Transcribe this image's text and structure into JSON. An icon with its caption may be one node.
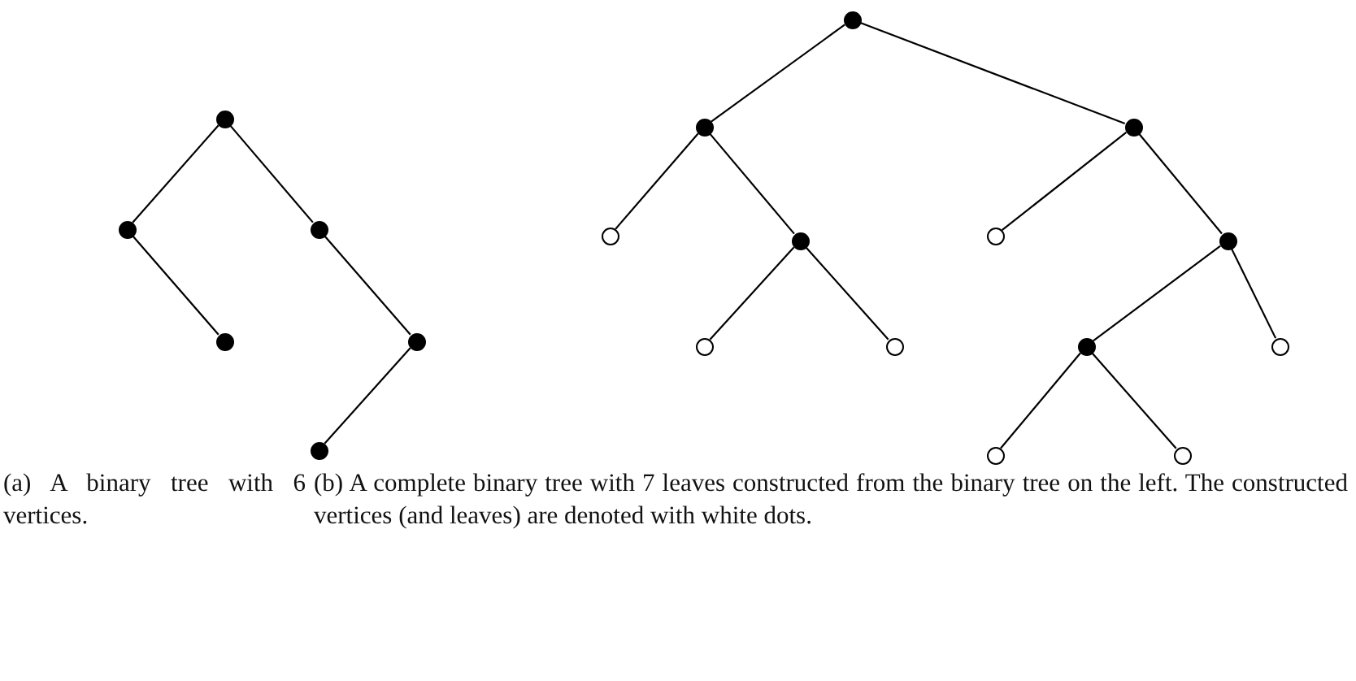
{
  "diagram": {
    "nodes": [
      {
        "text": [],
        "shape": "circle"
      },
      {
        "text": [],
        "shape": "circle"
      },
      {
        "text": [],
        "shape": "circle"
      },
      {
        "text": [],
        "shape": "circle"
      },
      {
        "text": [],
        "shape": "circle"
      },
      {
        "text": [],
        "shape": "circle"
      },
      {
        "text": [],
        "shape": "circle"
      },
      {
        "text": [],
        "shape": "circle"
      },
      {
        "text": [],
        "shape": "circle"
      },
      {
        "text": [],
        "shape": "circle"
      },
      {
        "text": [],
        "shape": "circle"
      },
      {
        "text": [],
        "shape": "circle"
      },
      {
        "text": [],
        "shape": "circle"
      },
      {
        "text": [],
        "shape": "circle"
      },
      {
        "text": [],
        "shape": "circle"
      },
      {
        "text": [],
        "shape": "circle"
      },
      {
        "text": [],
        "shape": "circle"
      },
      {
        "text": [],
        "shape": "circle"
      },
      {
        "text": [],
        "shape": "circle"
      }
    ],
    "edges": [
      {
        "from": 0,
        "to": 1,
        "arrow": "none"
      },
      {
        "from": 0,
        "to": 2,
        "arrow": "none"
      },
      {
        "from": 1,
        "to": 3,
        "arrow": "none"
      },
      {
        "from": 2,
        "to": 4,
        "arrow": "none"
      },
      {
        "from": 4,
        "to": 5,
        "arrow": "none"
      },
      {
        "from": 6,
        "to": 7,
        "arrow": "none"
      },
      {
        "from": 6,
        "to": 8,
        "arrow": "none"
      },
      {
        "from": 7,
        "to": 9,
        "arrow": "none"
      },
      {
        "from": 7,
        "to": 10,
        "arrow": "none"
      },
      {
        "from": 8,
        "to": 11,
        "arrow": "none"
      },
      {
        "from": 8,
        "to": 12,
        "arrow": "none"
      },
      {
        "from": 10,
        "to": 13,
        "arrow": "none"
      },
      {
        "from": 10,
        "to": 14,
        "arrow": "none"
      },
      {
        "from": 12,
        "to": 15,
        "arrow": "none"
      },
      {
        "from": 12,
        "to": 16,
        "arrow": "none"
      },
      {
        "from": 15,
        "to": 17,
        "arrow": "none"
      },
      {
        "from": 15,
        "to": 18,
        "arrow": "none"
      }
    ],
    "labels": [
      "(a) A binary tree with 6 vertices.",
      "(b) A complete binary tree with 7 leaves constructed from the binary tree on the left. The constructed vertices (and leaves) are denoted with white dots."
    ]
  }
}
